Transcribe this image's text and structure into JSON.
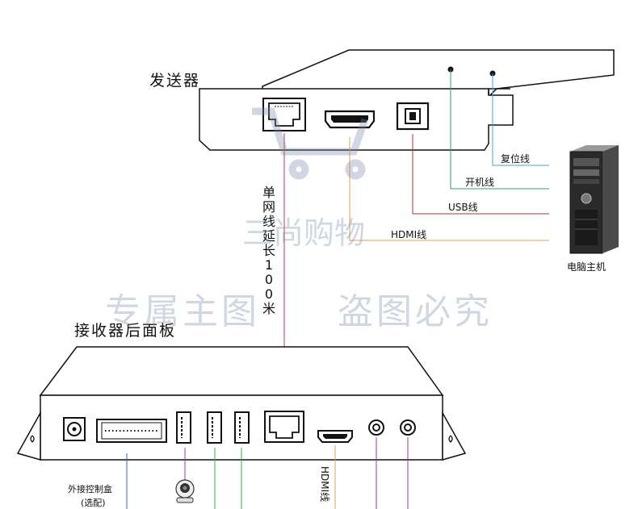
{
  "sender_title": "发送器",
  "receiver_title": "接收器后面板",
  "extension_label": "单网线延长100米",
  "cables": {
    "reset": "复位线",
    "power": "开机线",
    "usb": "USB线",
    "hdmi": "HDMI线",
    "hdmi_receiver": "HDMI线"
  },
  "computer_label": "电脑主机",
  "control_box_label": "外接控制盒",
  "control_box_note": "(选配)",
  "watermarks": [
    "三尚购物",
    "专属主图",
    "盗图必究"
  ],
  "colors": {
    "network": "#c8305a",
    "hdmi": "#e0a050",
    "usb": "#b03040",
    "power": "#3a9a6a",
    "reset": "#4aa0d8",
    "camera": "#9b3a9b",
    "usb_green": "#3aa84a",
    "control": "#2a6ab8"
  }
}
